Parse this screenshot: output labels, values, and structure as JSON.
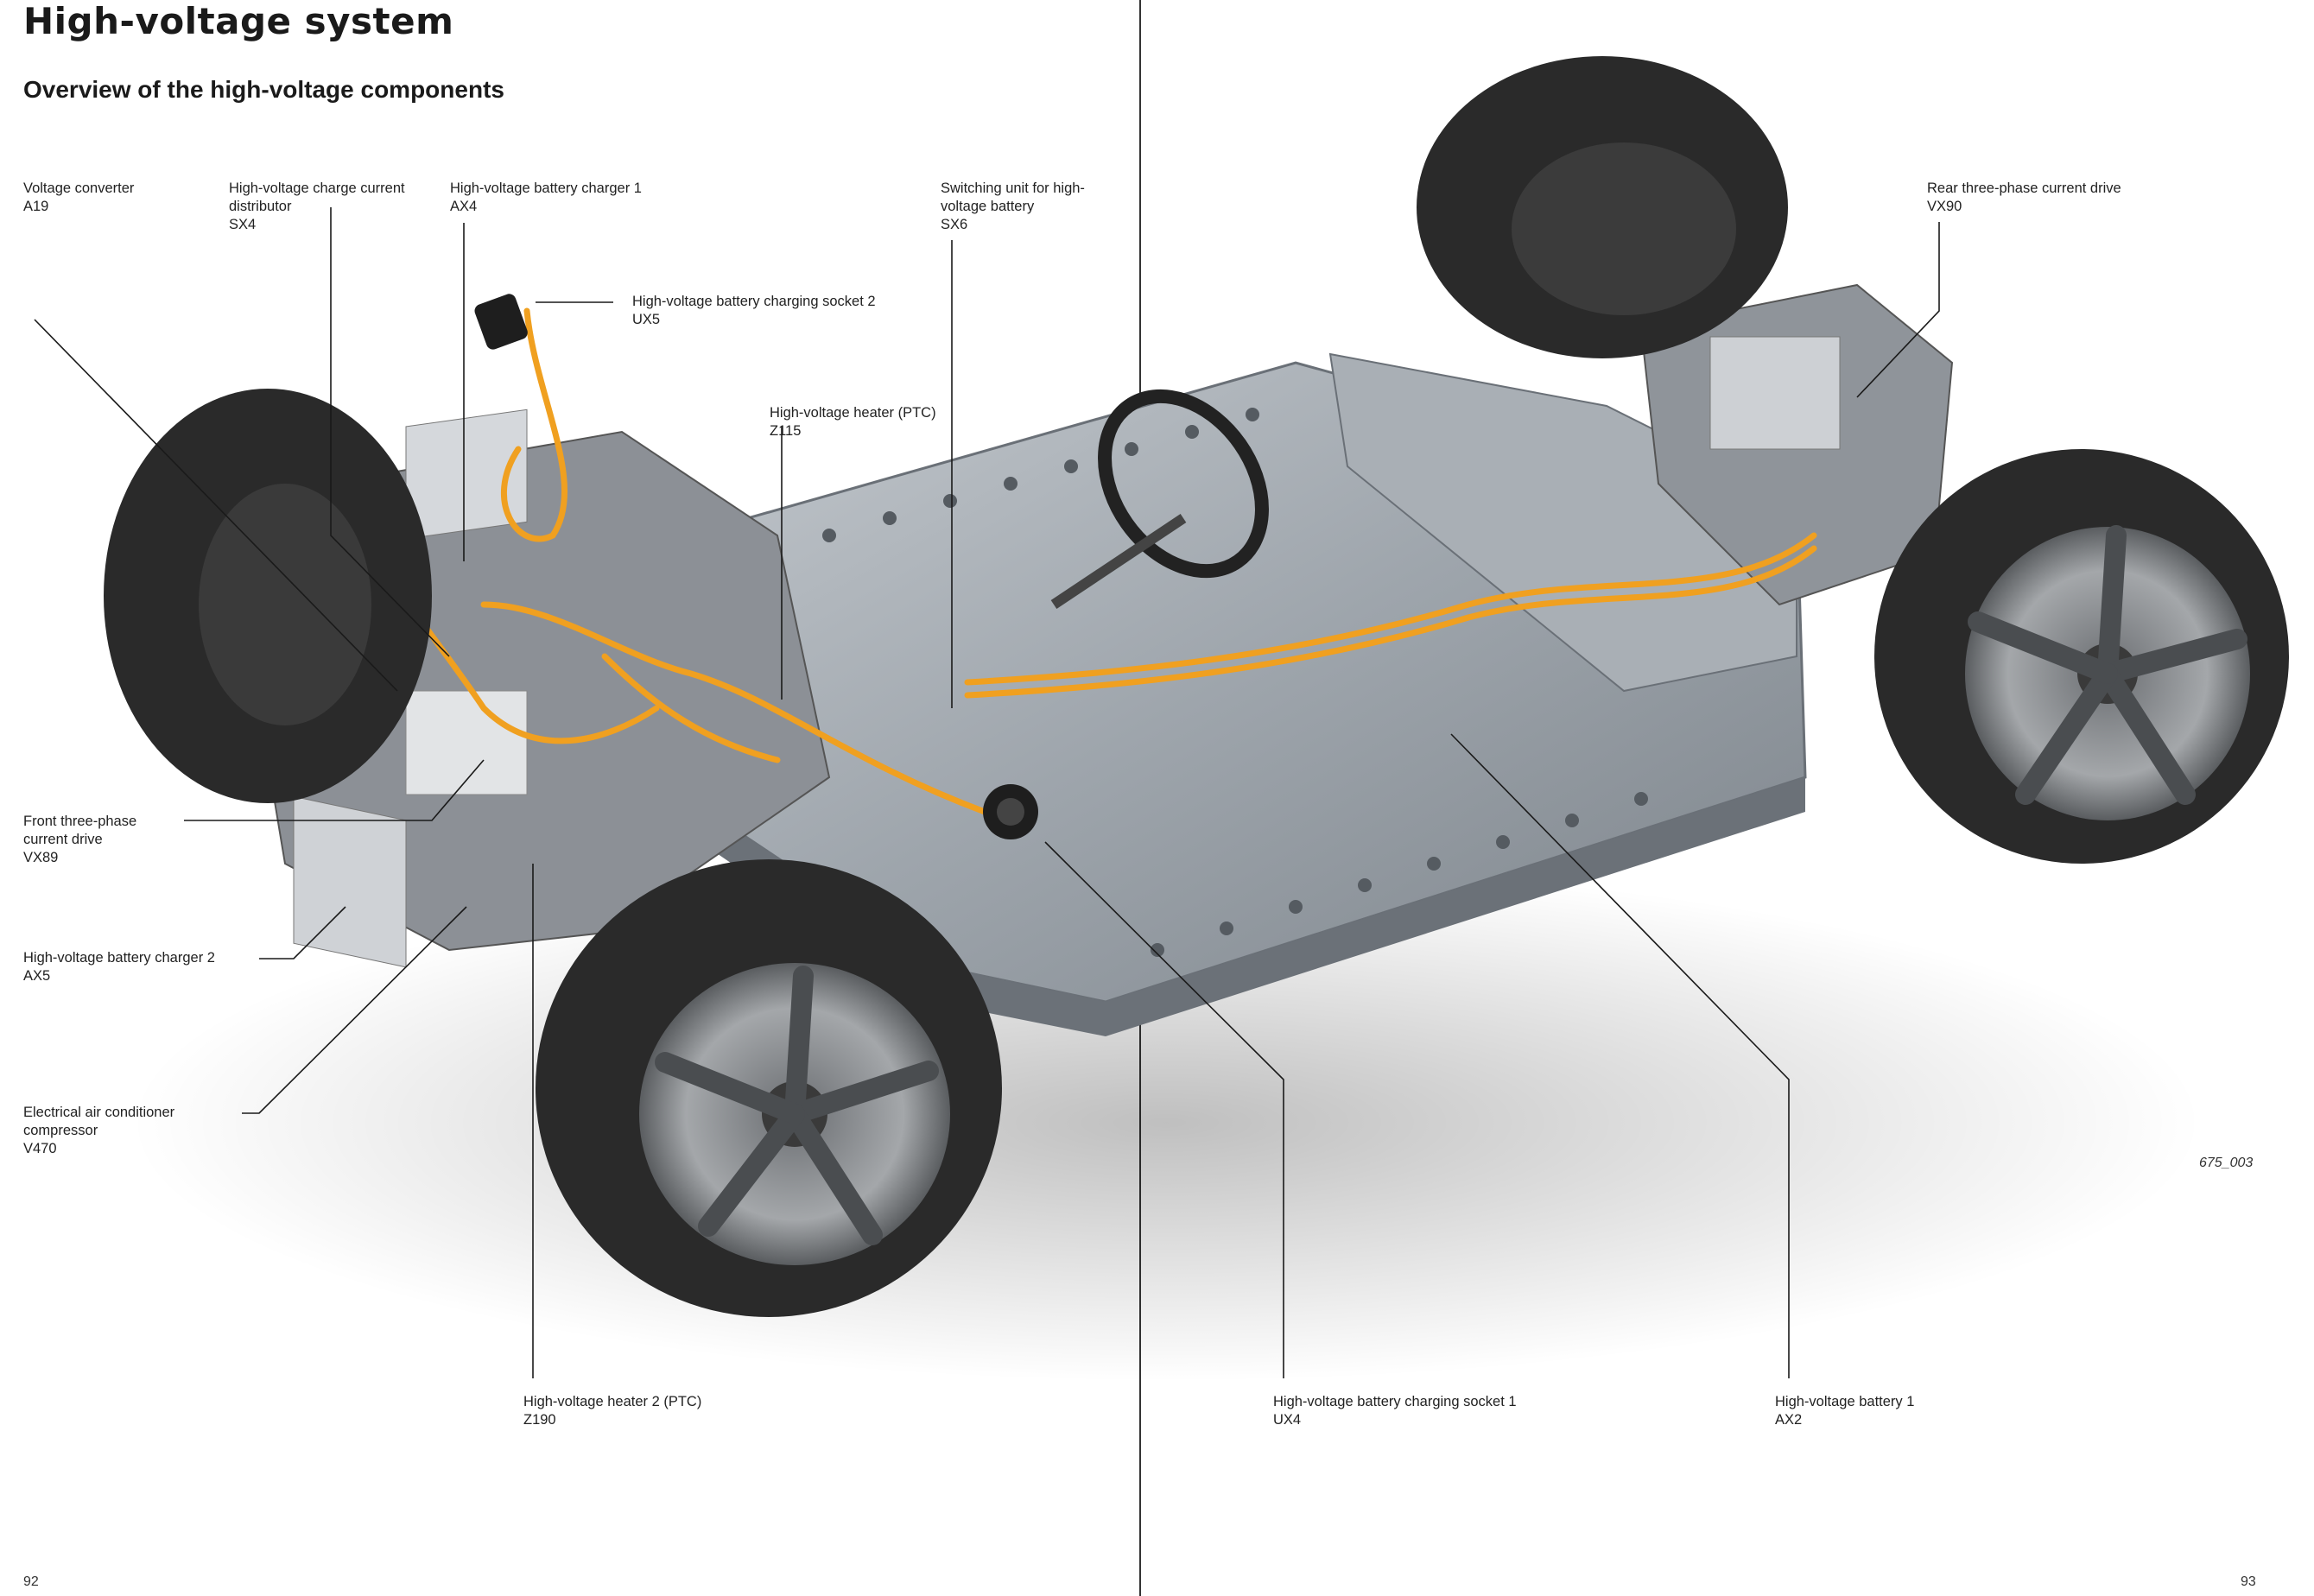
{
  "page": {
    "title": "High-voltage system",
    "subtitle": "Overview of the high-voltage components",
    "figure_ref": "675_003",
    "page_left": "92",
    "page_right": "93"
  },
  "labels": {
    "voltage_converter": {
      "name": "Voltage converter",
      "code": "A19"
    },
    "charge_distributor": {
      "line1": "High-voltage charge current",
      "line2": "distributor",
      "code": "SX4"
    },
    "charger1": {
      "name": "High-voltage battery charger 1",
      "code": "AX4"
    },
    "socket2": {
      "name": "High-voltage battery charging socket 2",
      "code": "UX5"
    },
    "heater": {
      "name": "High-voltage heater (PTC)",
      "code": "Z115"
    },
    "switching_unit": {
      "line1": "Switching unit for high-",
      "line2": "voltage battery",
      "code": "SX6"
    },
    "rear_drive": {
      "name": "Rear three-phase current drive",
      "code": "VX90"
    },
    "front_drive": {
      "line1": "Front three-phase",
      "line2": "current drive",
      "code": "VX89"
    },
    "charger2": {
      "name": "High-voltage battery charger 2",
      "code": "AX5"
    },
    "ac_compressor": {
      "line1": "Electrical air conditioner",
      "line2": "compressor",
      "code": "V470"
    },
    "heater2": {
      "name": "High-voltage heater 2 (PTC)",
      "code": "Z190"
    },
    "socket1": {
      "name": "High-voltage battery charging socket 1",
      "code": "UX4"
    },
    "battery": {
      "name": "High-voltage battery 1",
      "code": "AX2"
    }
  },
  "colors": {
    "hv_cable": "#f0a020",
    "chassis": "#9aa1a8",
    "tire": "#2a2a2a",
    "rim": "#8a8d90",
    "leader": "#1a1a1a"
  }
}
